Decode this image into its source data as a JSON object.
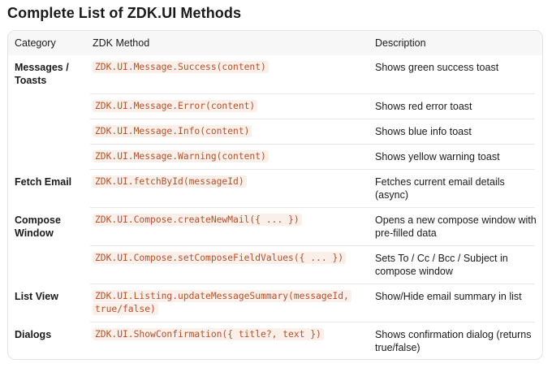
{
  "page": {
    "title": "Complete List of ZDK.UI Methods"
  },
  "table": {
    "headers": {
      "category": "Category",
      "method": "ZDK Method",
      "description": "Description"
    },
    "rows": [
      {
        "category": "Messages / Toasts",
        "method": "ZDK.UI.Message.Success(content)",
        "description": "Shows green success toast"
      },
      {
        "category": "",
        "method": "ZDK.UI.Message.Error(content)",
        "description": "Shows red error toast"
      },
      {
        "category": "",
        "method": "ZDK.UI.Message.Info(content)",
        "description": "Shows blue info toast"
      },
      {
        "category": "",
        "method": "ZDK.UI.Message.Warning(content)",
        "description": "Shows yellow warning toast"
      },
      {
        "category": "Fetch Email",
        "method": "ZDK.UI.fetchById(messageId)",
        "description": "Fetches current email details (async)"
      },
      {
        "category": "Compose Window",
        "method": "ZDK.UI.Compose.createNewMail({ ... })",
        "description": "Opens a new compose window with pre-filled data"
      },
      {
        "category": "",
        "method": "ZDK.UI.Compose.setComposeFieldValues({ ... })",
        "description": "Sets To / Cc / Bcc / Subject in compose window"
      },
      {
        "category": "List View",
        "method": "ZDK.UI.Listing.updateMessageSummary(messageId, true/false)",
        "description": "Show/Hide email summary in list"
      },
      {
        "category": "Dialogs",
        "method": "ZDK.UI.ShowConfirmation({ title?, text })",
        "description": "Shows confirmation dialog (returns true/false)"
      }
    ]
  },
  "colors": {
    "code_text": "#b3512c",
    "code_background": "#fbefe9",
    "header_background": "#f7f7f7",
    "border": "#e3e3e3"
  }
}
